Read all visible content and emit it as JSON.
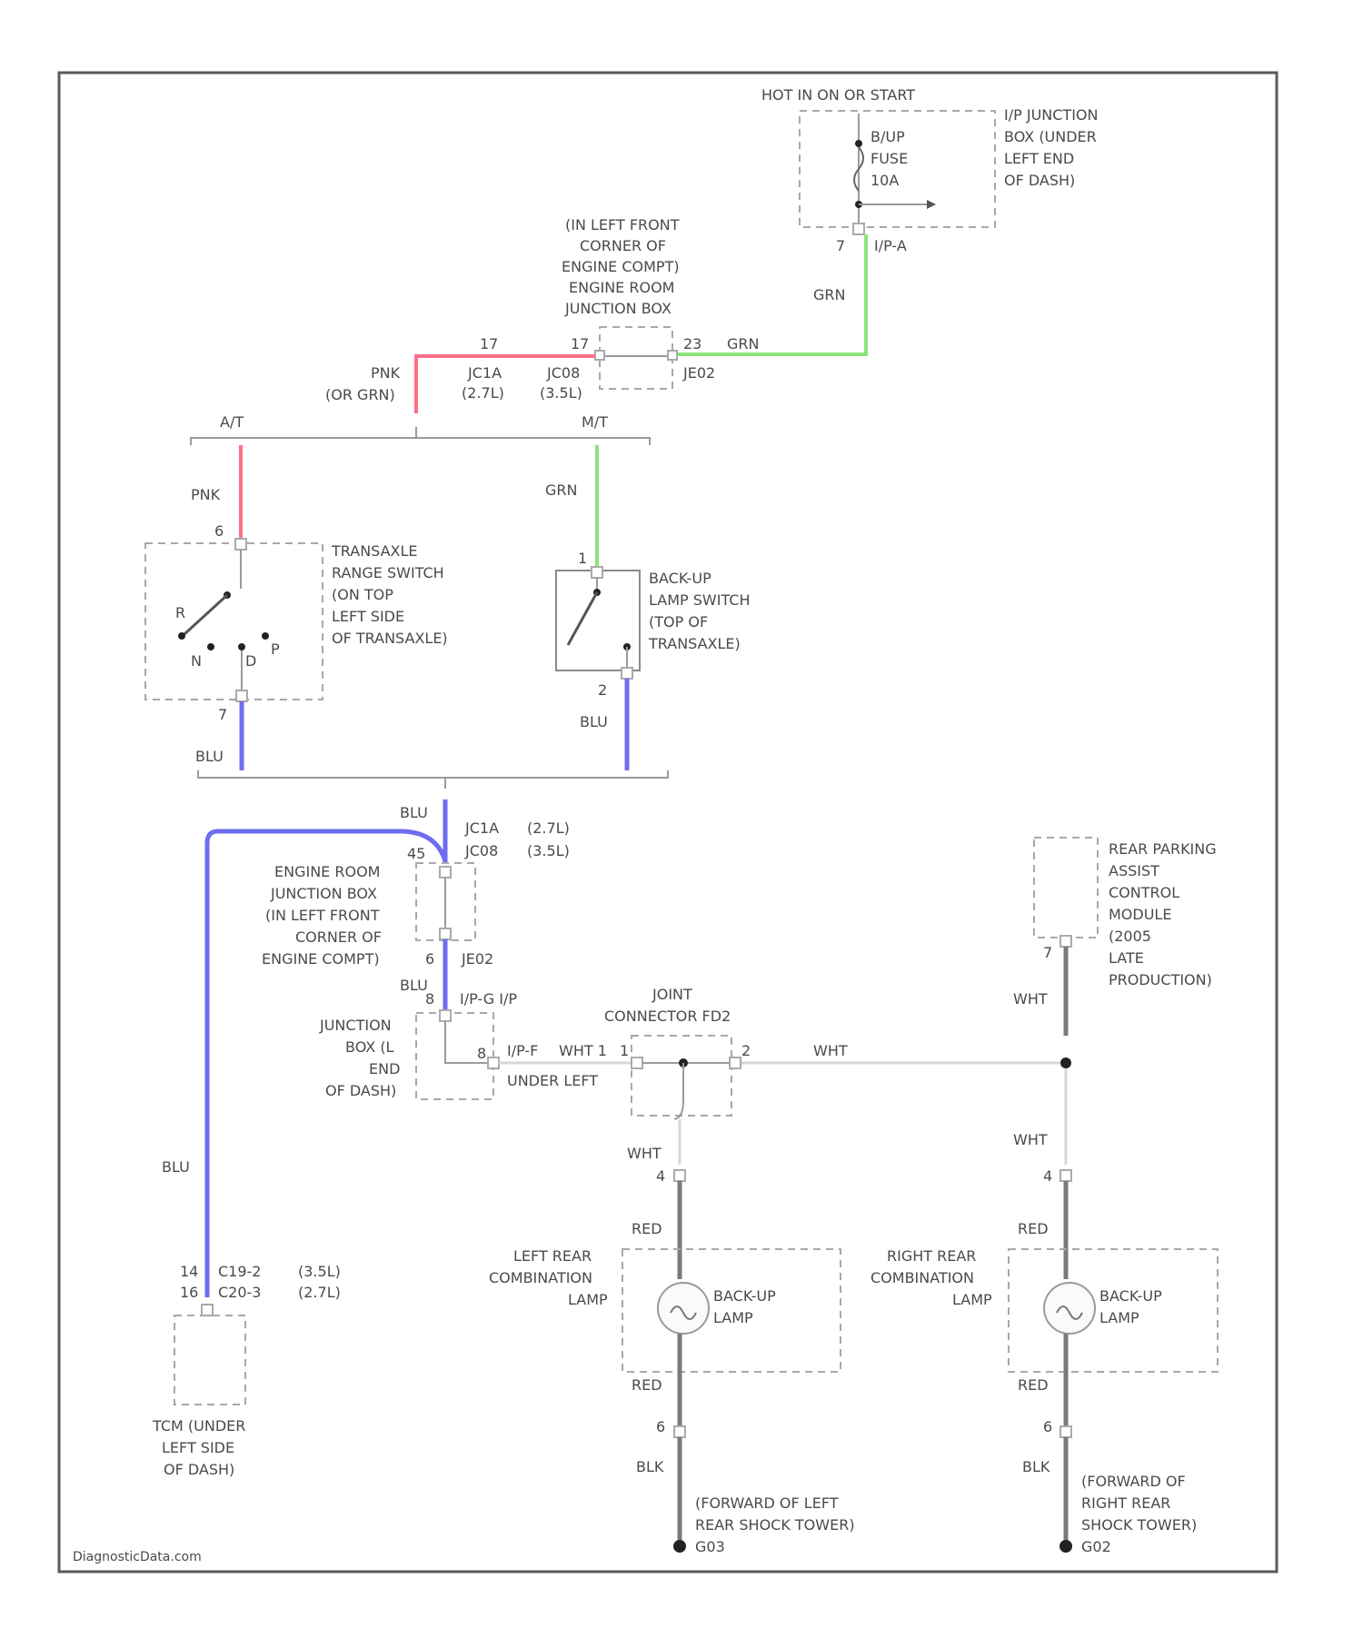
{
  "power": {
    "hot_label": "HOT IN ON OR START",
    "fuse_lines": [
      "B/UP",
      "FUSE",
      "10A"
    ],
    "ip_junction_lines": [
      "I/P JUNCTION",
      "BOX (UNDER",
      "LEFT END",
      "OF DASH)"
    ],
    "pin": "7",
    "connector": "I/P-A"
  },
  "engine_box_top": {
    "lines": [
      "(IN LEFT FRONT",
      "CORNER OF",
      "ENGINE COMPT)",
      "ENGINE ROOM",
      "JUNCTION BOX"
    ],
    "pin_a": "17",
    "pin_b": "17",
    "pin_c": "23",
    "conn_1": "JC1A",
    "conn_1_sub": "(2.7L)",
    "conn_2": "JC08",
    "conn_2_sub": "(3.5L)",
    "conn_3": "JE02"
  },
  "wires": {
    "pnk": "PNK",
    "pnk_alt": "(OR GRN)",
    "grn": "GRN",
    "blu": "BLU",
    "wht": "WHT",
    "wht_1": "WHT 1",
    "red": "RED",
    "blk": "BLK"
  },
  "branches": {
    "at": "A/T",
    "mt": "M/T"
  },
  "transaxle_switch": {
    "lines": [
      "TRANSAXLE",
      "RANGE SWITCH",
      "(ON TOP",
      "LEFT SIDE",
      "OF TRANSAXLE)"
    ],
    "pin_top": "6",
    "pin_bottom": "7",
    "pos_r": "R",
    "pos_n": "N",
    "pos_d": "D",
    "pos_p": "P"
  },
  "backup_switch": {
    "lines": [
      "BACK-UP",
      "LAMP SWITCH",
      "(TOP OF",
      "TRANSAXLE)"
    ],
    "pin_top": "1",
    "pin_bottom": "2"
  },
  "engine_box_mid": {
    "pin_top": "45",
    "conn_1": "JC1A",
    "conn_1_sub": "(2.7L)",
    "conn_2": "JC08",
    "conn_2_sub": "(3.5L)",
    "lines": [
      "ENGINE ROOM",
      "JUNCTION BOX",
      "(IN LEFT FRONT",
      "CORNER OF",
      "ENGINE COMPT)"
    ],
    "pin_bottom": "6",
    "conn_3": "JE02"
  },
  "junction_box": {
    "pin": "8",
    "conn": "I/P-G I/P",
    "lines": [
      "JUNCTION",
      "BOX (L",
      "END",
      "OF DASH)"
    ],
    "pin_right": "8",
    "conn_right": "I/P-F",
    "under_left": "UNDER LEFT"
  },
  "joint_connector": {
    "lines": [
      "JOINT",
      "CONNECTOR FD2"
    ],
    "pin_left": "1",
    "pin_right": "2"
  },
  "parking_module": {
    "lines": [
      "REAR PARKING",
      "ASSIST",
      "CONTROL",
      "MODULE",
      "(2005",
      "LATE",
      "PRODUCTION)"
    ],
    "pin": "7"
  },
  "tcm": {
    "pin_1": "14",
    "conn_1": "C19-2",
    "conn_1_sub": "(3.5L)",
    "pin_2": "16",
    "conn_2": "C20-3",
    "conn_2_sub": "(2.7L)",
    "lines": [
      "TCM (UNDER",
      "LEFT SIDE",
      "OF DASH)"
    ]
  },
  "left_lamp": {
    "lines": [
      "LEFT REAR",
      "COMBINATION",
      "LAMP"
    ],
    "lamp_lines": [
      "BACK-UP",
      "LAMP"
    ],
    "pin_top": "4",
    "pin_bottom": "6",
    "ground_lines": [
      "(FORWARD OF LEFT",
      "REAR SHOCK TOWER)"
    ],
    "ground_id": "G03"
  },
  "right_lamp": {
    "lines": [
      "RIGHT REAR",
      "COMBINATION",
      "LAMP"
    ],
    "lamp_lines": [
      "BACK-UP",
      "LAMP"
    ],
    "pin_top": "4",
    "pin_bottom": "6",
    "ground_lines": [
      "(FORWARD OF",
      "RIGHT REAR",
      "SHOCK TOWER)"
    ],
    "ground_id": "G02"
  },
  "footer": {
    "credit": "DiagnosticData.com"
  },
  "colors": {
    "pnk": "#ff6f86",
    "grn": "#8be47a",
    "blu": "#6d6df2",
    "wht": "#d7d7d7",
    "frame": "#5a5a5a"
  }
}
